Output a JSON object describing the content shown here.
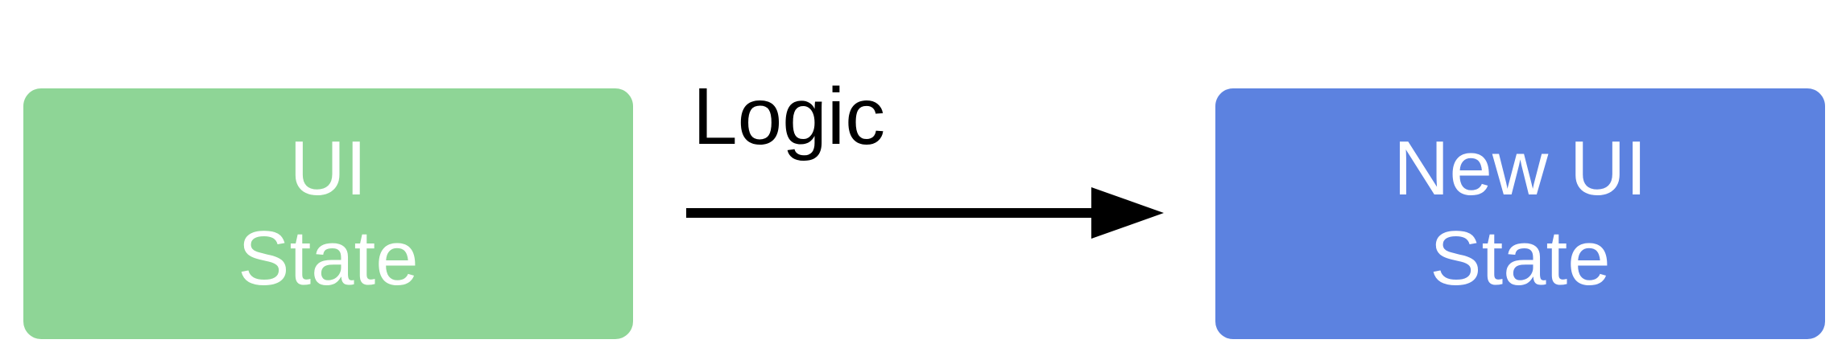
{
  "diagram": {
    "left_box": {
      "line1": "UI",
      "line2": "State",
      "fill": "#8ed596"
    },
    "arrow": {
      "label": "Logic",
      "color": "#000000"
    },
    "right_box": {
      "line1": "New UI",
      "line2": "State",
      "fill": "#5c82e0"
    }
  }
}
